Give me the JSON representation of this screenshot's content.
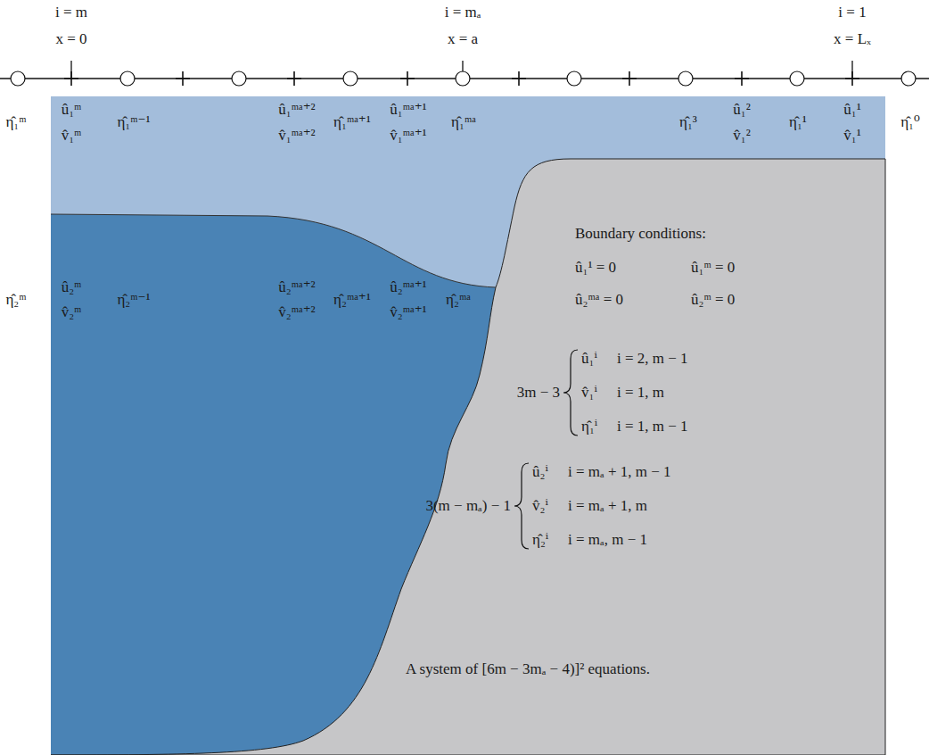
{
  "diagram": {
    "labels": [
      "i = m",
      "x = 0",
      "i = mₐ",
      "x = a",
      "i = 1",
      "x = Lₓ",
      "η̂₁ᵐ",
      "û₁ᵐ",
      "v̂₁ᵐ",
      "η̂₁ᵐ⁻¹",
      "û₁ᵐᵃ⁺²",
      "v̂₁ᵐᵃ⁺²",
      "η̂₁ᵐᵃ⁺¹",
      "û₁ᵐᵃ⁺¹",
      "v̂₁ᵐᵃ⁺¹",
      "η̂₁ᵐᵃ",
      "η̂₁³",
      "û₁²",
      "v̂₁²",
      "η̂₁¹",
      "û₁¹",
      "v̂₁¹",
      "η̂₁⁰",
      "η̂₂ᵐ",
      "û₂ᵐ",
      "v̂₂ᵐ",
      "η̂₂ᵐ⁻¹",
      "û₂ᵐᵃ⁺²",
      "v̂₂ᵐᵃ⁺²",
      "η̂₂ᵐᵃ⁺¹",
      "û₂ᵐᵃ⁺¹",
      "v̂₂ᵐᵃ⁺¹",
      "η̂₂ᵐᵃ",
      "Boundary conditions:",
      "û₁¹ = 0",
      "û₁ᵐ = 0",
      "û₂ᵐᵃ = 0",
      "û₂ᵐ = 0",
      "3m − 3",
      "û₁ⁱ",
      "i = 2, m − 1",
      "v̂₁ⁱ",
      "i = 1, m",
      "η̂₁ⁱ",
      "i = 1, m − 1",
      "3(m − mₐ) − 1",
      "û₂ⁱ",
      "i = mₐ + 1, m − 1",
      "v̂₂ⁱ",
      "i = mₐ + 1, m",
      "η̂₂ⁱ",
      "i = mₐ, m − 1",
      "A system of [6m − 3mₐ − 4)]² equations."
    ]
  }
}
